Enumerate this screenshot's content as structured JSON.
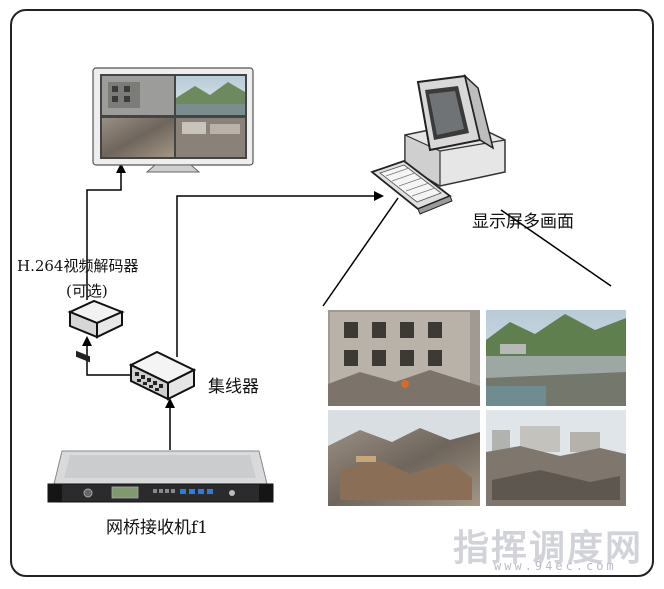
{
  "labels": {
    "display": "显示屏多画面",
    "decoder": "H.264视频解码器",
    "optional": "(可选)",
    "hub": "集线器",
    "receiver": "网桥接收机f1"
  },
  "watermark": {
    "main": "指挥调度网",
    "sub": "www.94ec.com"
  },
  "icons": [
    "monitor-icon",
    "computer-icon",
    "keyboard-icon",
    "decoder-icon",
    "hub-icon",
    "receiver-icon",
    "photo-collage"
  ],
  "colors": {
    "frame": "#222222",
    "line": "#000000",
    "watermark": "#c9ccd3"
  }
}
